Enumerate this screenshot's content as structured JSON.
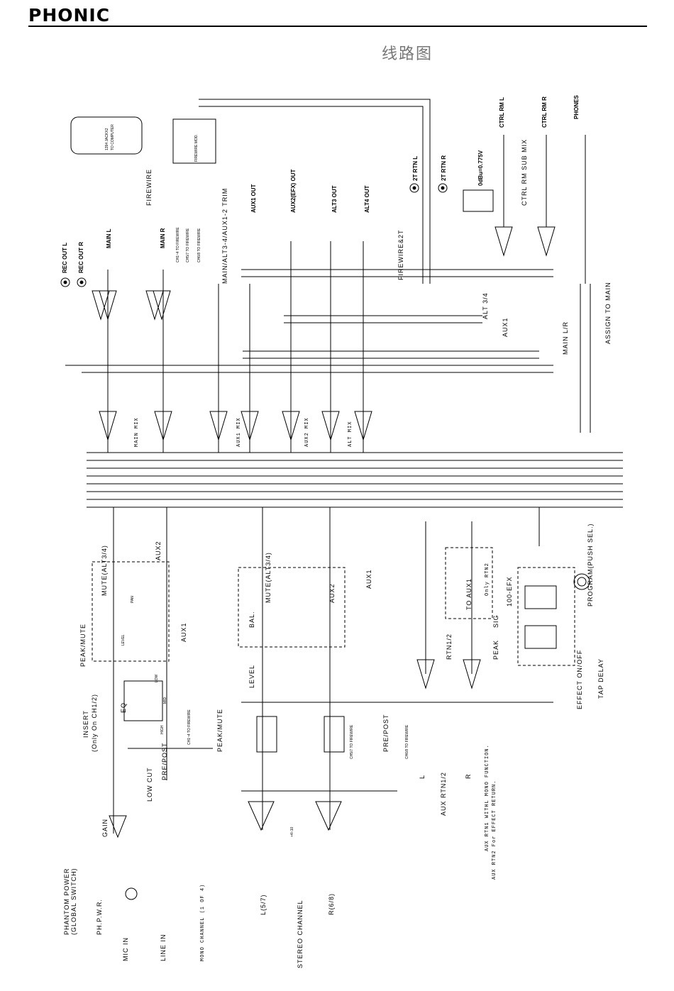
{
  "brand": "PHONIC",
  "title_cjk": "线路图",
  "labels": {
    "phantom_power": "PHANTOM POWER",
    "global_switch": "(GLOBAL SWITCH)",
    "ph_pwr": "PH.P.W.R.",
    "mic_in": "MIC IN",
    "line_in": "LINE IN",
    "mono_channel": "MONO CHANNEL (1 OF 4)",
    "gain": "GAIN",
    "low_cut": "LOW CUT",
    "pre_post_mono": "PRE/POST",
    "insert": "INSERT",
    "insert_note": "(Only On CH1/2)",
    "eq": "EQ",
    "level_mono": "LEVEL",
    "peak_mute_mono": "PEAK/MUTE",
    "mute_alt_mono": "MUTE(ALT3/4)",
    "pan": "PAN",
    "aux2_mono": "AUX2",
    "aux1_mono": "AUX1",
    "ch1_4_firewire_mono": "CH1~4 TO FIREWIRE",
    "low": "LOW",
    "mid": "MID",
    "high": "HIGH",
    "peak_mute_stereo": "PEAK/MUTE",
    "stereo_channel": "STEREO CHANNEL",
    "l57": "L(5/7)",
    "r68": "R(6/8)",
    "plus4_minus10": "+4/-10",
    "level_stereo": "LEVEL",
    "bal": "BAL.",
    "mute_alt_stereo": "MUTE(ALT3/4)",
    "aux2_stereo": "AUX2",
    "aux1_stereo": "AUX1",
    "pre_post_stereo": "PRE/POST",
    "ch57_firewire": "CH5/7 TO FIREWIRE",
    "ch68_firewire": "CH6/8 TO FIREWIRE",
    "aux_rtn12": "AUX RTN1/2",
    "l": "L",
    "r": "R",
    "rtn12": "RTN1/2",
    "to_aux1": "TO AUX1",
    "only_rtn2": "Only RTN2",
    "peak": "PEAK",
    "sig": "SIG",
    "efx_100": "100-EFX",
    "effect_on_off": "EFFECT ON/OFF",
    "tap_delay": "TAP DELAY",
    "program": "PROGRAM(PUSH SEL.)",
    "aux_rtn_note1": "AUX RTN1 WITHL MONO FUNCTION.",
    "aux_rtn_note2": "AUX RTN2 For EFFECT RETURN.",
    "main_mix": "MAIN MIX",
    "aux1_mix": "AUX1 MIX",
    "aux2_mix": "AUX2 MIX",
    "alt_mix": "ALT MIX",
    "assign_to_main": "ASSIGN TO MAIN",
    "main_lr": "MAIN L/R",
    "aux1_box": "AUX1",
    "alt_34": "ALT 3/4",
    "firewire_2t": "FIREWIRE&2T",
    "rec_out_l": "REC OUT L",
    "rec_out_r": "REC OUT R",
    "main_l": "MAIN L",
    "main_r": "MAIN R",
    "ch1_4_firewire": "CH1~4 TO FIREWIRE",
    "ch57_firewire_top": "CH5/7 TO FIREWIRE",
    "ch68_firewire_top": "CH6/8 TO FIREWIRE",
    "main_alt_trim": "MAIN/ALT3-4/AUX1-2 TRIM",
    "aux1_out": "AUX1 OUT",
    "aux2_efx_out": "AUX2(EFX) OUT",
    "alt3_out": "ALT3 OUT",
    "alt4_out": "ALT4 OUT",
    "firewire": "FIREWIRE",
    "firewire_mod": "FIREWIRE MOD.",
    "ieee_jacks": "1394 JACKX2",
    "to_computer": "TO COMPUTER",
    "rtn_2t_l": "2T RTN L",
    "rtn_2t_r": "2T RTN R",
    "dbu": "0dBu=0.775V",
    "ctrl_rm_l": "CTRL RM L",
    "ctrl_rm_r": "CTRL RM R",
    "phones": "PHONES",
    "ctrl_rm_sub_mix": "CTRL RM SUB MIX"
  }
}
